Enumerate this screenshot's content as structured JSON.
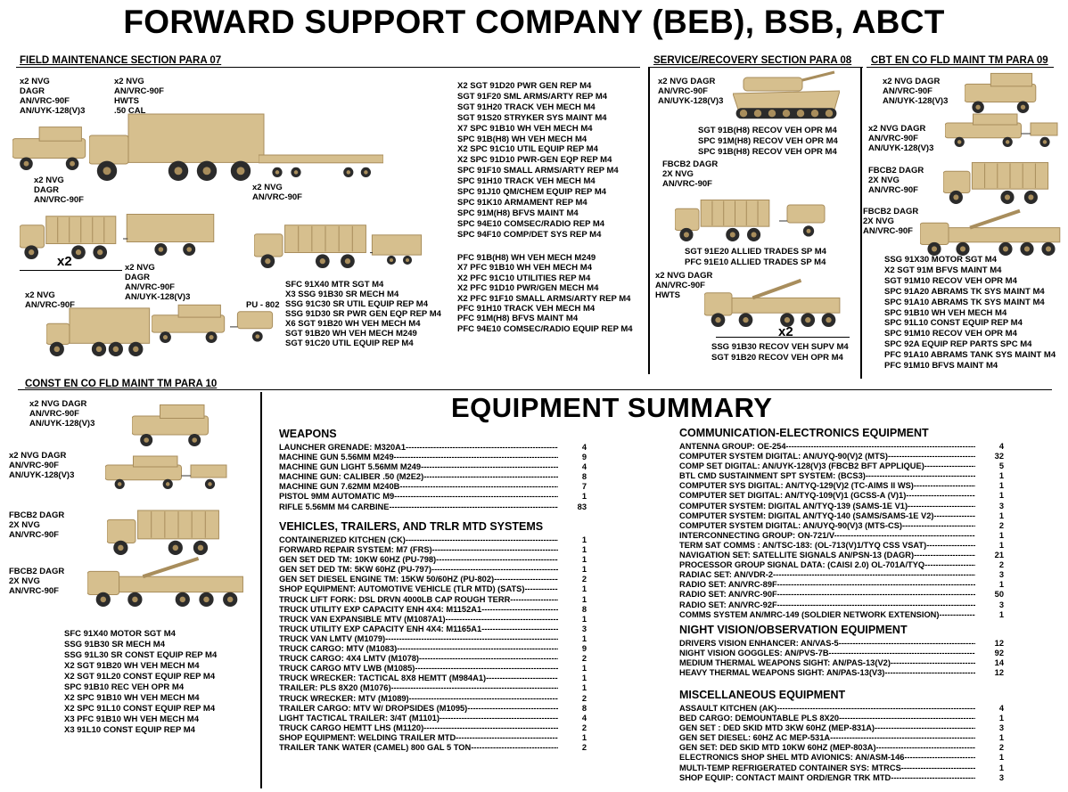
{
  "title": "FORWARD SUPPORT COMPANY (BEB), BSB, ABCT",
  "sections": {
    "field": "FIELD MAINTENANCE SECTION  PARA 07",
    "service": "SERVICE/RECOVERY SECTION PARA 08",
    "cbt": "CBT EN CO FLD MAINT TM PARA 09",
    "const": "CONST EN CO FLD MAINT TM PARA 10"
  },
  "labels": {
    "f1": [
      "x2 NVG",
      "DAGR",
      "AN/VRC-90F",
      "AN/UYK-128(V)3"
    ],
    "f2": [
      "x2 NVG",
      "AN/VRC-90F",
      "HWTS",
      ".50 CAL"
    ],
    "f3": [
      "x2 NVG",
      "DAGR",
      "AN/VRC-90F"
    ],
    "f4": [
      "x2 NVG",
      "AN/VRC-90F"
    ],
    "f5": [
      "x2 NVG",
      "DAGR",
      "AN/VRC-90F",
      "AN/UYK-128(V)3"
    ],
    "f6": [
      "x2 NVG",
      "AN/VRC-90F"
    ],
    "f7": [
      "PU - 802"
    ],
    "fx2": "x2",
    "f_pers1": [
      "SFC 91X40 MTR SGT M4",
      "X3 SSG 91B30 SR MECH M4",
      "SSG 91C30 SR UTIL EQUIP REP M4",
      "SSG 91D30 SR PWR GEN EQP REP M4",
      "X6 SGT 91B20 WH VEH MECH M4",
      "SGT 91B20 WH VEH MECH M249",
      "SGT 91C20  UTIL EQUIP REP M4"
    ],
    "f_pers2": [
      "X2 SGT 91D20 PWR GEN REP M4",
      "SGT 91F20 SML ARMS/ARTY REP M4",
      "SGT 91H20 TRACK VEH MECH M4",
      "SGT 91S20 STRYKER SYS MAINT M4",
      "X7 SPC 91B10 WH VEH MECH M4",
      "SPC 91B(H8) WH VEH MECH M4",
      "X2 SPC 91C10 UTIL EQUIP REP M4",
      "X2 SPC 91D10 PWR-GEN EQP REP M4",
      "SPC 91F10 SMALL ARMS/ARTY REP M4",
      "SPC 91H10 TRACK VEH MECH M4",
      "SPC 91J10 QM/CHEM EQUIP REP M4",
      "SPC 91K10 ARMAMENT REP M4",
      "SPC 91M(H8) BFVS MAINT M4",
      "SPC 94E10 COMSEC/RADIO REP M4",
      "SPC 94F10 COMP/DET SYS REP M4"
    ],
    "f_pers3": [
      "PFC 91B(H8) WH VEH MECH M249",
      "X7 PFC 91B10 WH VEH MECH M4",
      "X2 PFC 91C10 UTILITIES REP M4",
      "X2 PFC 91D10 PWR/GEN MECH M4",
      "X2 PFC 91F10 SMALL ARMS/ARTY REP M4",
      "PFC 91H10 TRACK VEH MECH M4",
      "PFC 91M(H8) BFVS MAINT M4",
      "PFC 94E10 COMSEC/RADIO EQUIP REP M4"
    ],
    "s1": [
      "x2 NVG  DAGR",
      "AN/VRC-90F",
      "AN/UYK-128(V)3"
    ],
    "s_p1": [
      "SGT 91B(H8) RECOV VEH OPR M4",
      "SPC 91M(H8) RECOV VEH OPR M4",
      "SPC 91B(H8) RECOV VEH OPR M4"
    ],
    "s2": [
      "FBCB2  DAGR",
      "2X NVG",
      "AN/VRC-90F"
    ],
    "s_p2": [
      "SGT 91E20 ALLIED TRADES SP M4",
      "PFC 91E10 ALLIED TRADES SP M4"
    ],
    "s3": [
      "x2 NVG  DAGR",
      "AN/VRC-90F",
      "HWTS"
    ],
    "sx2": "x2",
    "s_p3": [
      "SSG 91B30 RECOV VEH SUPV M4",
      "SGT 91B20 RECOV VEH OPR M4"
    ],
    "c1": [
      "x2 NVG    DAGR",
      "AN/VRC-90F",
      "AN/UYK-128(V)3"
    ],
    "c2": [
      "x2 NVG    DAGR",
      "AN/VRC-90F",
      "AN/UYK-128(V)3"
    ],
    "c3": [
      "FBCB2  DAGR",
      "2X NVG",
      "AN/VRC-90F"
    ],
    "c4": [
      "FBCB2  DAGR",
      "2X NVG",
      "AN/VRC-90F"
    ],
    "c_pers": [
      "SSG 91X30 MOTOR SGT M4",
      "X2 SGT 91M BFVS MAINT M4",
      "SGT 91M10 RECOV VEH OPR M4",
      "SPC 91A20 ABRAMS TK SYS MAINT M4",
      "SPC 91A10 ABRAMS TK SYS MAINT M4",
      "SPC 91B10 WH VEH MECH M4",
      "SPC 91L10 CONST EQUIP REP M4",
      "SPC 91M10 RECOV VEH OPR M4",
      "SPC 92A EQUIP REP PARTS SPC M4",
      "PFC 91A10 ABRAMS TANK SYS MAINT M4",
      "PFC 91M10 BFVS MAINT M4"
    ],
    "k1": [
      "x2 NVG   DAGR",
      "AN/VRC-90F",
      "AN/UYK-128(V)3"
    ],
    "k2": [
      "x2 NVG    DAGR",
      "AN/VRC-90F",
      "AN/UYK-128(V)3"
    ],
    "k3": [
      "FBCB2  DAGR",
      "2X NVG",
      "AN/VRC-90F"
    ],
    "k4": [
      "FBCB2  DAGR",
      "2X NVG",
      "AN/VRC-90F"
    ],
    "k_pers": [
      "SFC 91X40 MOTOR SGT M4",
      "SSG 91B30 SR MECH M4",
      "SSG 91L30 SR CONST EQUIP REP M4",
      "X2 SGT 91B20 WH VEH MECH  M4",
      "X2 SGT 91L20 CONST EQUIP REP M4",
      "SPC 91B10 REC VEH OPR M4",
      "X2 SPC 91B10 WH VEH MECH M4",
      "X2 SPC 91L10 CONST EQUIP REP M4",
      "X3 PFC 91B10 WH VEH MECH M4",
      "X3 91L10 CONST EQUIP REP M4"
    ]
  },
  "summary": {
    "title": "EQUIPMENT SUMMARY",
    "weapons": {
      "title": "WEAPONS",
      "items": [
        [
          "LAUNCHER GRENADE:  M320A1",
          "4"
        ],
        [
          "MACHINE GUN 5.56MM M249",
          "9"
        ],
        [
          "MACHINE GUN LIGHT 5.56MM M249",
          "4"
        ],
        [
          "MACHINE GUN: CALIBER .50 (M2E2)",
          "8"
        ],
        [
          "MACHINE GUN 7.62MM M240B",
          "7"
        ],
        [
          "PISTOL 9MM AUTOMATIC M9",
          "1"
        ],
        [
          "RIFLE 5.56MM M4 CARBINE",
          "83"
        ]
      ]
    },
    "vehicles": {
      "title": "VEHICLES, TRAILERS, AND TRLR MTD SYSTEMS",
      "items": [
        [
          "CONTAINERIZED KITCHEN (CK)",
          "1"
        ],
        [
          "FORWARD REPAIR SYSTEM: M7 (FRS)",
          "1"
        ],
        [
          "GEN SET DED TM: 10KW 60HZ (PU-798)",
          "1"
        ],
        [
          "GEN SET DED TM: 5KW 60HZ (PU-797)",
          "1"
        ],
        [
          "GEN SET DIESEL ENGINE TM:  15KW 50/60HZ (PU-802)",
          "2"
        ],
        [
          "SHOP EQUIPMENT: AUTOMOTIVE VEHICLE (TLR MTD) (SATS)",
          "1"
        ],
        [
          "TRUCK LIFT FORK: DSL DRVN 4000LB CAP ROUGH TERR",
          "1"
        ],
        [
          "TRUCK UTILITY EXP CAPACITY ENH 4X4: M1152A1",
          "8"
        ],
        [
          "TRUCK VAN EXPANSIBLE MTV (M1087A1)",
          "1"
        ],
        [
          "TRUCK UTILITY EXP CAPACITY ENH 4X4: M1165A1",
          "3"
        ],
        [
          "TRUCK VAN LMTV (M1079)",
          "1"
        ],
        [
          "TRUCK CARGO:  MTV (M1083)",
          "9"
        ],
        [
          "TRUCK CARGO:  4X4 LMTV (M1078)",
          "2"
        ],
        [
          "TRUCK CARGO MTV LWB (M1085)",
          "1"
        ],
        [
          "TRUCK WRECKER: TACTICAL 8X8 HEMTT (M984A1)",
          "1"
        ],
        [
          "TRAILER:  PLS 8X20 (M1076)",
          "1"
        ],
        [
          "TRUCK WRECKER: MTV (M1089)",
          "2"
        ],
        [
          "TRAILER CARGO: MTV W/ DROPSIDES (M1095)",
          "8"
        ],
        [
          "LIGHT TACTICAL TRAILER: 3/4T (M1101)",
          "4"
        ],
        [
          "TRUCK CARGO HEMTT LHS (M1120)",
          "2"
        ],
        [
          "SHOP EQUIPMENT: WELDING TRAILER MTD",
          "1"
        ],
        [
          "TRAILER TANK WATER (CAMEL) 800 GAL 5 TON",
          "2"
        ]
      ]
    },
    "comms": {
      "title": "COMMUNICATION-ELECTRONICS EQUIPMENT",
      "items": [
        [
          "ANTENNA GROUP: OE-254",
          "4"
        ],
        [
          "COMPUTER SYSTEM DIGITAL: AN/UYQ-90(V)2 (MTS)",
          "32"
        ],
        [
          "COMP SET DIGITAL: AN/UYK-128(V)3 (FBCB2 BFT APPLIQUE)",
          "5"
        ],
        [
          "BTL CMD SUSTAINMENT SPT SYSTEM: (BCS3)",
          "1"
        ],
        [
          "COMPUTER SYS DIGITAL:  AN/TYQ-129(V)2 (TC-AIMS II WS)",
          "1"
        ],
        [
          "COMPUTER SET DIGITAL:  AN/TYQ-109(V)1   (GCSS-A (V)1)",
          "1"
        ],
        [
          "COMPUTER SYSTEM: DIGITAL AN/TYQ-139 (SAMS-1E V1)",
          "3"
        ],
        [
          "COMPUTER SYSTEM: DIGITAL AN/TYQ-140 (SAMS/SAMS-1E V2)",
          "1"
        ],
        [
          "COMPUTER SYSTEM DIGITAL: AN/UYQ-90(V)3 (MTS-CS)",
          "2"
        ],
        [
          "INTERCONNECTING GROUP: ON-721/V",
          "1"
        ],
        [
          "TERM SAT COMMS : AN/TSC-183: (OL-713(V)1/TYQ CSS VSAT)",
          "1"
        ],
        [
          "NAVIGATION SET: SATELLITE SIGNALS AN/PSN-13 (DAGR)",
          "21"
        ],
        [
          "PROCESSOR GROUP SIGNAL DATA: (CAISI 2.0) OL-701A/TYQ",
          "2"
        ],
        [
          "RADIAC SET:  AN/VDR-2",
          "3"
        ],
        [
          "RADIO SET:  AN/VRC-89F",
          "1"
        ],
        [
          "RADIO SET:  AN/VRC-90F",
          "50"
        ],
        [
          "RADIO SET:  AN/VRC-92F",
          "3"
        ],
        [
          "COMMS SYSTEM AN/MRC-149 (SOLDIER NETWORK EXTENSION)",
          "1"
        ]
      ]
    },
    "night": {
      "title": "NIGHT VISION/OBSERVATION EQUIPMENT",
      "items": [
        [
          "DRIVERS VISION ENHANCER: AN/VAS-5",
          "12"
        ],
        [
          "NIGHT VISION GOGGLES:  AN/PVS-7B",
          "92"
        ],
        [
          "MEDIUM THERMAL WEAPONS SIGHT:  AN/PAS-13(V2)",
          "14"
        ],
        [
          "HEAVY THERMAL WEAPONS SIGHT:  AN/PAS-13(V3)",
          "12"
        ]
      ]
    },
    "misc": {
      "title": "MISCELLANEOUS  EQUIPMENT",
      "items": [
        [
          "ASSAULT KITCHEN (AK)",
          "4"
        ],
        [
          "BED CARGO: DEMOUNTABLE PLS 8X20",
          "1"
        ],
        [
          "GEN SET : DED SKID MTD 3KW 60HZ (MEP-831A)",
          "3"
        ],
        [
          "GEN SET DIESEL: 60HZ AC MEP-531A",
          "1"
        ],
        [
          "GEN SET: DED SKID MTD 10KW 60HZ (MEP-803A)",
          "2"
        ],
        [
          "ELECTRONICS SHOP SHEL MTD AVIONICS:  AN/ASM-146",
          "1"
        ],
        [
          "MULTI-TEMP REFRIGERATED CONTAINER SYS: MTRCS",
          "1"
        ],
        [
          "SHOP EQUIP: CONTACT MAINT ORD/ENGR TRK MTD",
          "3"
        ]
      ]
    }
  },
  "colors": {
    "tan": "#d6bf8e",
    "tan_dark": "#a88d5c",
    "wheel": "#2b2b2b"
  }
}
